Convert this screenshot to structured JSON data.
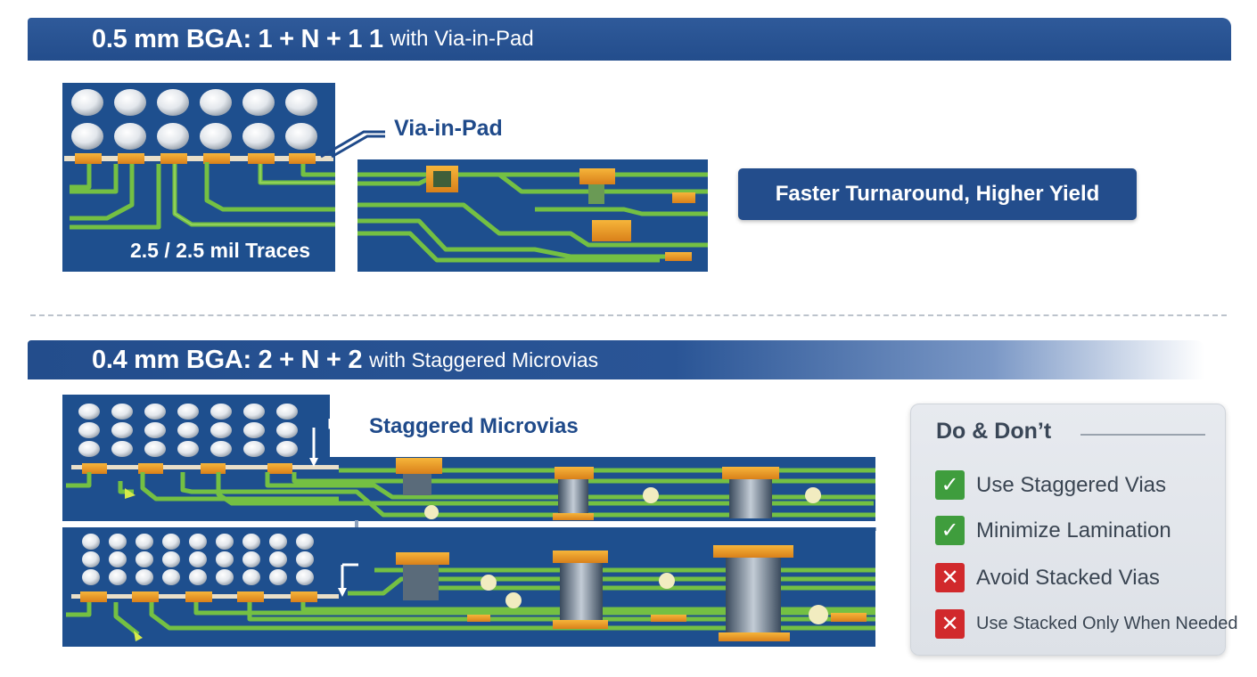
{
  "section1": {
    "title_main": "0.5 mm BGA: 1 + N + 1 1",
    "title_sub": "with Via-in-Pad",
    "callout": "Via-in-Pad",
    "trace_label": "2.5 / 2.5 mil Traces",
    "benefit": "Faster Turnaround, Higher Yield"
  },
  "section2": {
    "title_main": "0.4 mm BGA: 2 + N + 2",
    "title_sub": "with Staggered Microvias",
    "callout": "Staggered Microvias"
  },
  "do_dont": {
    "title": "Do & Don’t",
    "items": [
      {
        "type": "do",
        "text": "Use Staggered Vias"
      },
      {
        "type": "do",
        "text": "Minimize Lamination"
      },
      {
        "type": "dont",
        "text": "Avoid Stacked Vias"
      },
      {
        "type": "dont",
        "text": "Use Stacked Only When Needed"
      }
    ]
  },
  "colors": {
    "banner": "#234d8c",
    "board": "#1e4f8e",
    "trace": "#74c043",
    "pad": "#e8951f",
    "do_check": "#3f9d3d",
    "dont_x": "#d1292c"
  },
  "icons": [
    "check-icon",
    "x-icon"
  ]
}
